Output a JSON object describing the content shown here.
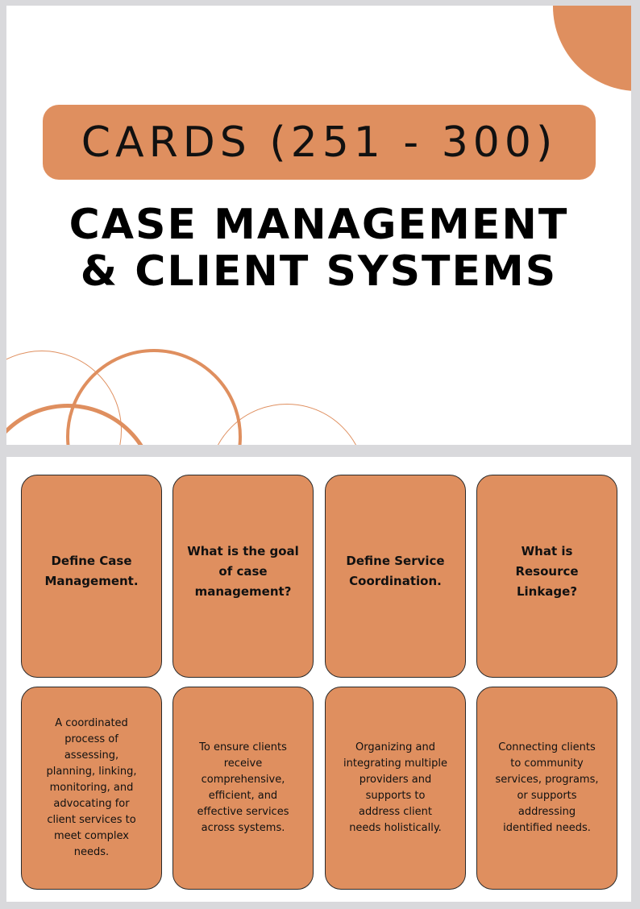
{
  "cover": {
    "banner": "CARDS (251 - 300)",
    "title_line_1": "CASE MANAGEMENT",
    "title_line_2": "& CLIENT SYSTEMS"
  },
  "cards": [
    {
      "question": "Define Case Management.",
      "answer": "A coordinated process of assessing, planning, linking, monitoring, and advocating for client services to meet complex needs."
    },
    {
      "question": "What is the goal of case management?",
      "answer": "To ensure clients receive comprehensive, efficient, and effective services across systems."
    },
    {
      "question": "Define Service Coordination.",
      "answer": "Organizing and integrating multiple providers and supports to address client needs holistically."
    },
    {
      "question": "What is Resource Linkage?",
      "answer": "Connecting clients to community services, programs, or supports addressing identified needs."
    }
  ],
  "colors": {
    "accent": "#df8f5f",
    "background": "#d9d9dc",
    "page": "#ffffff",
    "text": "#111111"
  }
}
